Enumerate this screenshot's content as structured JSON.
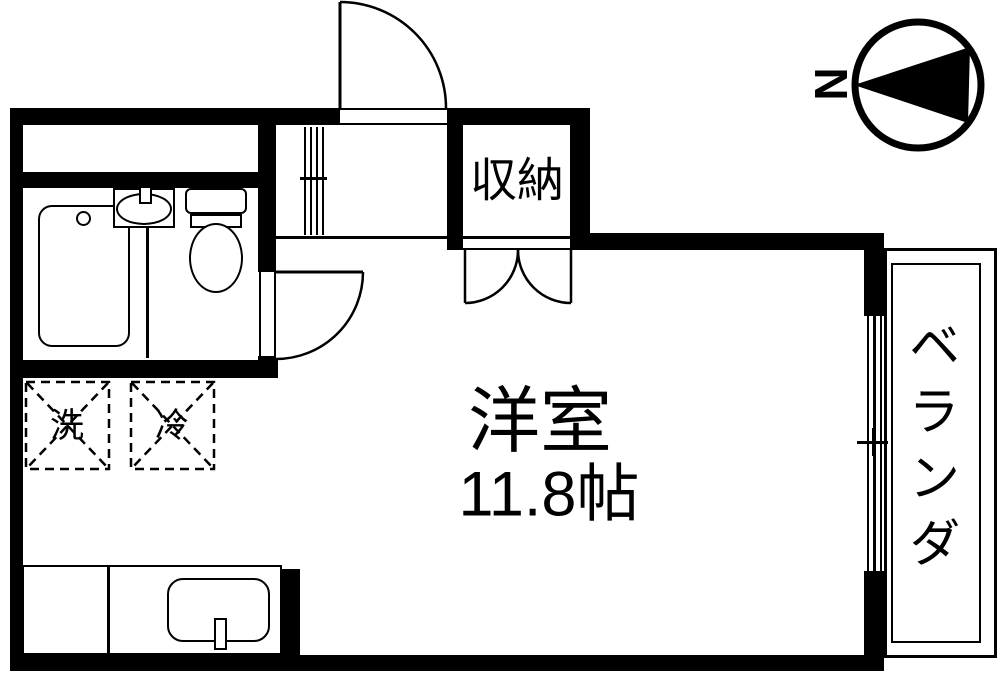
{
  "plan": {
    "main_room": {
      "name": "洋室",
      "area": "11.8帖"
    },
    "closet": {
      "name": "収納"
    },
    "veranda": {
      "name": "ベランダ"
    },
    "washer_box": {
      "name": "洗"
    },
    "fridge_box": {
      "name": "冷"
    },
    "compass": {
      "north_label": "N"
    }
  },
  "colors": {
    "wall": "#000000",
    "background": "#ffffff"
  }
}
